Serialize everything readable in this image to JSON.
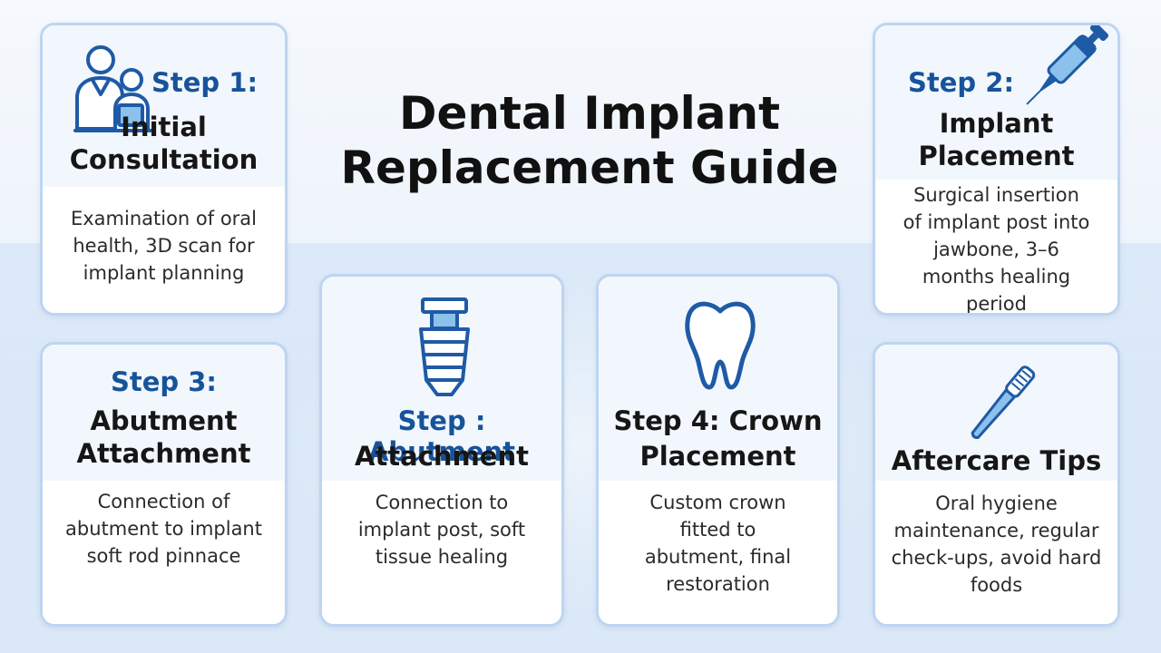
{
  "title": "Dental Implant Replacement Guide",
  "cards": [
    {
      "step": "Step 1:",
      "name": "Initial Consultation",
      "description": "Examination of oral health, 3D scan for implant planning",
      "icon": "consultation-icon"
    },
    {
      "step": "Step 2:",
      "name": "Implant Placement",
      "description": "Surgical insertion of implant post into jawbone, 3–6 months healing period",
      "icon": "syringe-icon"
    },
    {
      "step": "Step 3:",
      "name": "Abutment Attachment",
      "description": "Connection of abutment to implant soft rod pinnace"
    },
    {
      "step": "Step : Abutment",
      "name": "Attachment",
      "description": "Connection to implant post, soft tissue healing",
      "icon": "implant-screw-icon"
    },
    {
      "step": "Step 4: Crown",
      "name": "Placement",
      "description": "Custom crown fitted to abutment, final restoration",
      "icon": "tooth-icon"
    },
    {
      "name": "Aftercare Tips",
      "description": "Oral hygiene maintenance, regular check-ups, avoid hard foods",
      "icon": "toothbrush-icon"
    }
  ],
  "colors": {
    "accent": "#17539a",
    "card_border": "#bdd5f0",
    "icon": "#1f5aa6",
    "icon_fill": "#8cc1ec"
  }
}
